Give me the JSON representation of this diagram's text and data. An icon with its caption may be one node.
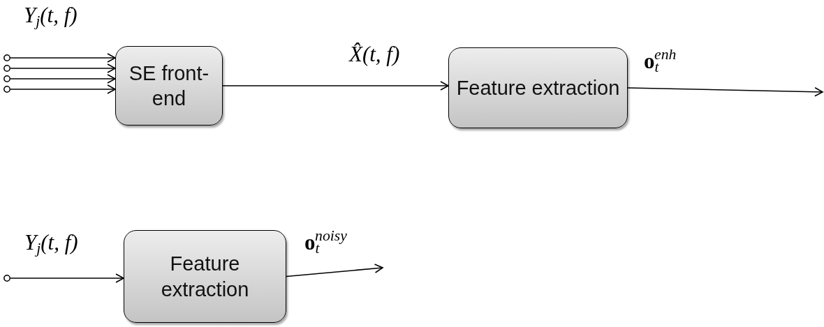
{
  "diagram": {
    "nodes": [
      {
        "text": [],
        "shape": "circle"
      },
      {
        "text": [],
        "shape": "circle"
      },
      {
        "text": [],
        "shape": "circle"
      },
      {
        "text": [],
        "shape": "circle"
      },
      {
        "text": [
          "SE front-end"
        ]
      },
      {
        "text": [
          "Feature extraction"
        ]
      },
      {
        "text": [],
        "shape": "circle"
      },
      {
        "text": [
          "Feature extraction"
        ]
      }
    ],
    "edges": [
      {
        "from": 0,
        "to": 4,
        "arrow": "to"
      },
      {
        "from": 1,
        "to": 4,
        "arrow": "to"
      },
      {
        "from": 2,
        "to": 4,
        "arrow": "to"
      },
      {
        "from": 3,
        "to": 4,
        "arrow": "to"
      },
      {
        "from": 4,
        "to": 5,
        "arrow": "to",
        "label": "X̂(t, f)"
      },
      {
        "from": 5,
        "to": null,
        "arrow": "to",
        "label": "**o**$_{t}$$^{enh}$"
      },
      {
        "from": 6,
        "to": 7,
        "arrow": "to",
        "label": "Y$_{j}$(t, f)"
      },
      {
        "from": 7,
        "to": null,
        "arrow": "to",
        "label": "**o**$_{t}$$^{noisy}$"
      }
    ],
    "labels": [
      "Y$_{j}$(t, f)"
    ]
  }
}
